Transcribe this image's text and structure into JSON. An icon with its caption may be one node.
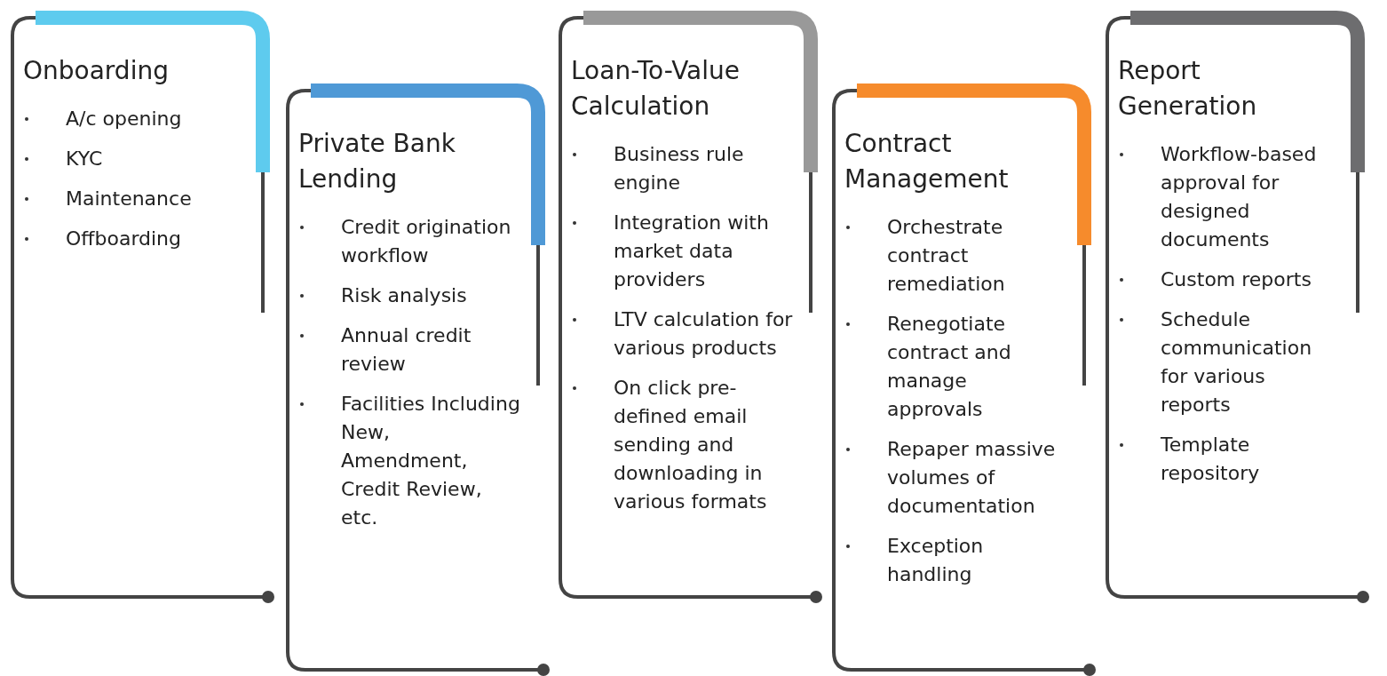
{
  "diagram": {
    "nodes": [
      {
        "text": [
          "Onboarding",
          "A/c opening",
          "KYC",
          "Maintenance",
          "Offboarding"
        ]
      },
      {
        "text": [
          "Private Bank Lending",
          "Credit origination workflow",
          "Risk analysis",
          "Annual credit review",
          "Facilities Including New, Amendment, Credit Review, etc."
        ]
      },
      {
        "text": [
          "Loan-To-Value Calculation",
          "Business rule engine",
          "Integration with market data providers",
          "LTV calculation for various products",
          "On click pre-defined email sending and downloading in various formats"
        ]
      },
      {
        "text": [
          "Contract Management",
          "Orchestrate contract remediation",
          "Renegotiate contract and manage approvals",
          "Repaper massive volumes of documentation",
          "Exception handling"
        ]
      },
      {
        "text": [
          "Report Generation",
          "Workflow-based approval for designed documents",
          "Custom reports",
          "Schedule communication for various reports",
          "Template repository"
        ]
      }
    ]
  }
}
